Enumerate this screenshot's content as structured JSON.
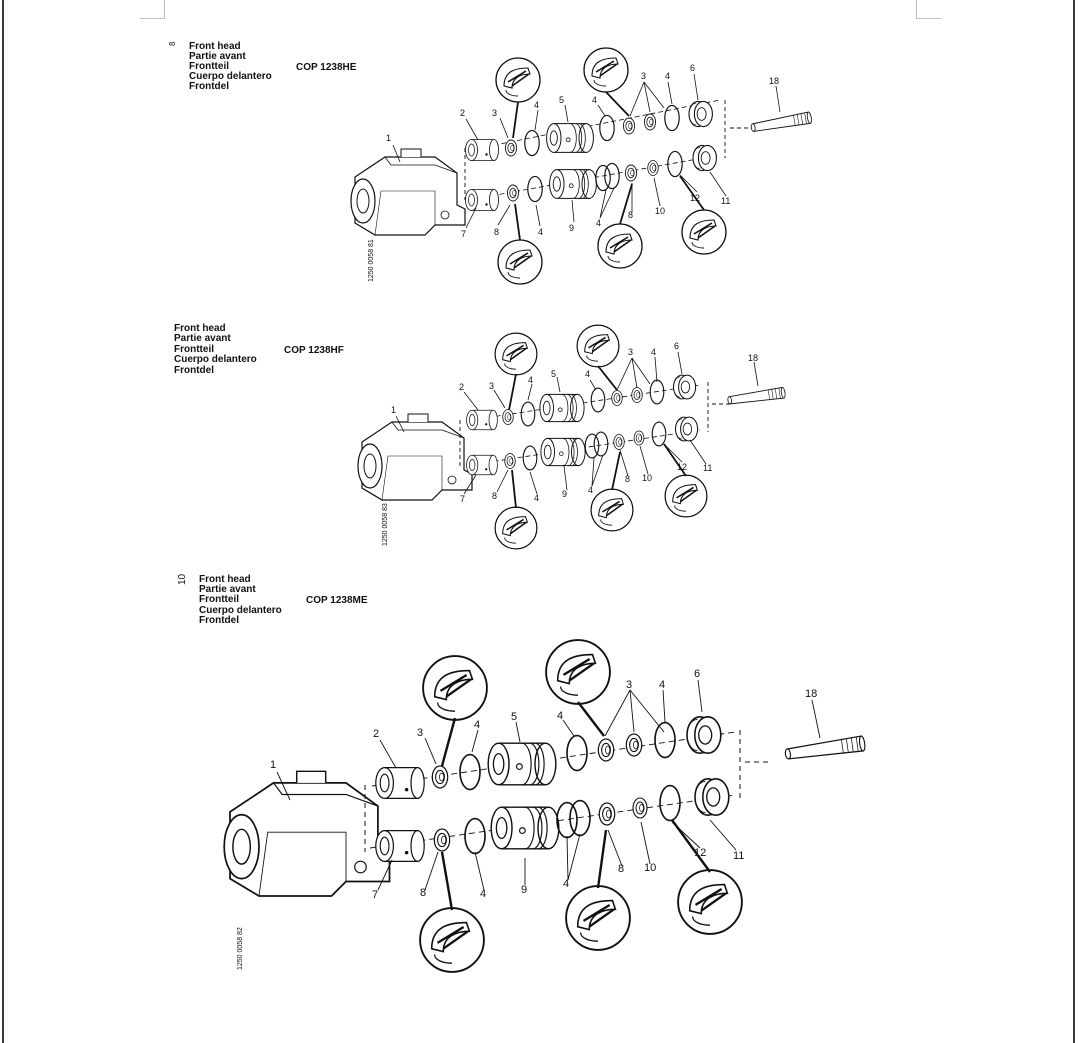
{
  "page_numbers": [
    "8",
    "10"
  ],
  "sections": [
    {
      "id": "he",
      "names": [
        "Front head",
        "Partie avant",
        "Frontteil",
        "Cuerpo delantero",
        "Frontdel"
      ],
      "model": "COP 1238HE",
      "drawing_code": "1250 0058 81",
      "callouts": [
        "1",
        "2",
        "3",
        "4",
        "5",
        "4",
        "3",
        "4",
        "6",
        "18",
        "7",
        "8",
        "4",
        "9",
        "4",
        "8",
        "10",
        "12",
        "11"
      ]
    },
    {
      "id": "hf",
      "names": [
        "Front head",
        "Partie avant",
        "Frontteil",
        "Cuerpo delantero",
        "Frontdel"
      ],
      "model": "COP 1238HF",
      "drawing_code": "1250 0058 83",
      "callouts": [
        "1",
        "2",
        "3",
        "4",
        "5",
        "4",
        "3",
        "4",
        "6",
        "18",
        "7",
        "8",
        "4",
        "9",
        "4",
        "8",
        "10",
        "12",
        "11"
      ]
    },
    {
      "id": "me",
      "names": [
        "Front head",
        "Partie avant",
        "Frontteil",
        "Cuerpo delantero",
        "Frontdel"
      ],
      "model": "COP 1238ME",
      "drawing_code": "1250 0058 82",
      "callouts": [
        "1",
        "2",
        "3",
        "4",
        "5",
        "4",
        "3",
        "4",
        "6",
        "18",
        "7",
        "8",
        "4",
        "9",
        "4",
        "8",
        "10",
        "12",
        "11"
      ]
    }
  ],
  "colors": {
    "ink": "#111111",
    "frame": "#3a3a3a",
    "corner": "#bdbdbd"
  }
}
